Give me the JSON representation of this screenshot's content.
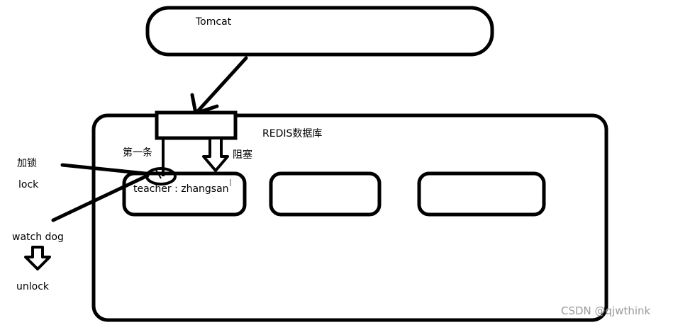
{
  "labels": {
    "tomcat": "Tomcat",
    "redis_db": "REDIS数据库",
    "first_item": "第一条",
    "blocked": "阻塞",
    "add_lock": "加锁",
    "lock": "lock",
    "key_value": "teacher : zhangsan",
    "watch_dog": "watch dog",
    "unlock": "unlock"
  },
  "watermark": "CSDN @qjwthink",
  "colors": {
    "stroke": "#000000",
    "background": "#ffffff",
    "watermark": "#9a9a9a"
  }
}
